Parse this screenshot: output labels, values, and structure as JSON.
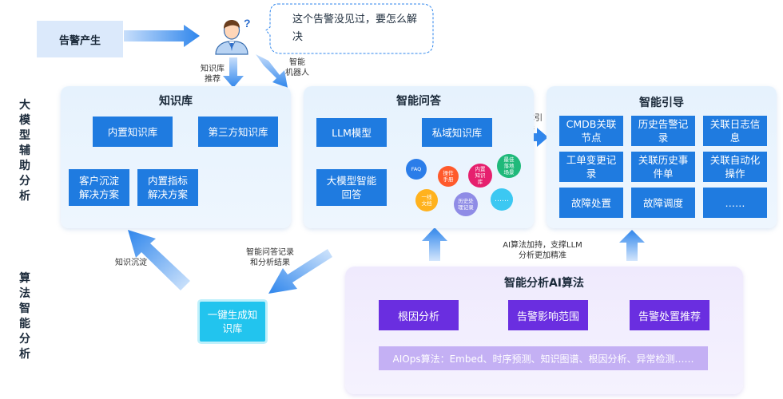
{
  "side_labels": {
    "top": "大模型辅助分析",
    "bottom": "算法智能分析"
  },
  "alarm": {
    "label": "告警产生"
  },
  "speech": {
    "text": "这个告警没见过，要怎么解决"
  },
  "notes": {
    "kb_recommend": "知识库\n推荐",
    "smart_robot": "智能\n机器人",
    "fault_guide": "故障引\n导",
    "ai_support": "AI算法加持，支撑LLM\n分析更加精准",
    "qa_records": "智能问答记录\n和分析结果",
    "knowledge_sink": "知识沉淀"
  },
  "kb": {
    "title": "知识库",
    "builtin": "内置知识库",
    "third_party": "第三方知识库",
    "customer": "客户沉淀\n解决方案",
    "indicator": "内置指标\n解决方案"
  },
  "qa": {
    "title": "智能问答",
    "llm": "LLM模型",
    "private_kb": "私域知识库",
    "answer": "大模型智能\n回答",
    "bubbles": [
      {
        "text": "FAQ",
        "color": "#2b7de9"
      },
      {
        "text": "操作\n手册",
        "color": "#ff5a2c"
      },
      {
        "text": "内置\n知识\n库",
        "color": "#e6206e"
      },
      {
        "text": "最佳\n落地\n场景",
        "color": "#1fb97a"
      },
      {
        "text": "一线\n文档",
        "color": "#ffb21e"
      },
      {
        "text": "历史处\n理记录",
        "color": "#8f8ce6"
      },
      {
        "text": "……",
        "color": "#3cc8f2"
      }
    ]
  },
  "guide": {
    "title": "智能引导",
    "items": [
      "CMDB关联\n节点",
      "历史告警记\n录",
      "关联日志信\n息",
      "工单变更记\n录",
      "关联历史事\n件单",
      "关联自动化\n操作",
      "故障处置",
      "故障调度",
      "……"
    ]
  },
  "algo": {
    "title": "智能分析AI算法",
    "boxes": [
      "根因分析",
      "告警影响范围",
      "告警处置推荐"
    ],
    "aiops": "AIOps算法：Embed、时序预测、知识图谱、根因分析、异常检测……"
  },
  "generate": {
    "label": "一键生成知\n识库"
  }
}
